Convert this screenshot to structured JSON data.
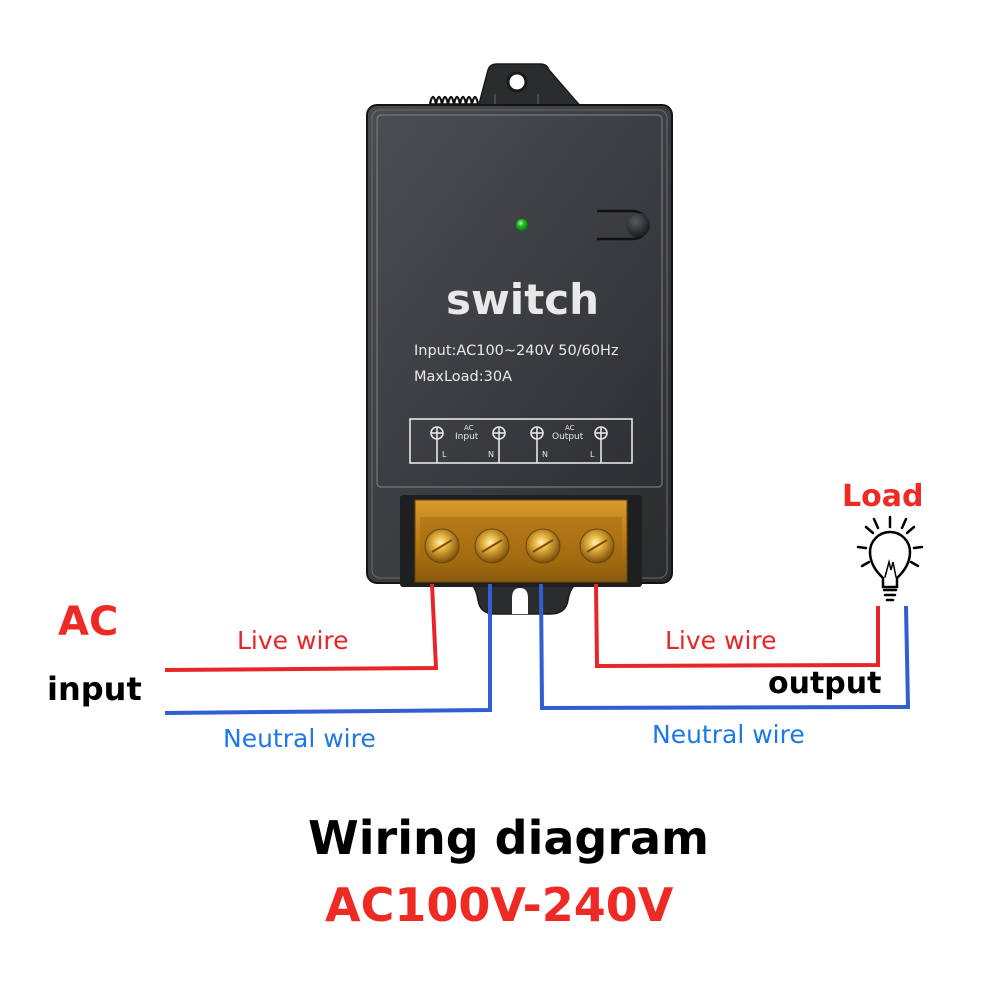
{
  "device": {
    "brand_label": "switch",
    "spec_input": "Input:AC100~240V 50/60Hz",
    "spec_maxload": "MaxLoad:30A",
    "indicator_color": "#22c02a",
    "body_color": "#3a3b3e",
    "terminal_panel": {
      "groups": [
        {
          "heading": "AC",
          "label": "Input",
          "pins": [
            "L",
            "N"
          ]
        },
        {
          "heading": "AC",
          "label": "Output",
          "pins": [
            "N",
            "L"
          ]
        }
      ]
    },
    "terminal_block": {
      "screws": [
        "1",
        "2",
        "3",
        "4"
      ],
      "color": "#c98a1c"
    }
  },
  "labels": {
    "ac": "AC",
    "input": "input",
    "output": "output",
    "load": "Load",
    "live_wire_input": "Live wire",
    "neutral_wire_input": "Neutral wire",
    "live_wire_output": "Live wire",
    "neutral_wire_output": "Neutral wire"
  },
  "footer": {
    "title": "Wiring diagram",
    "voltage": "AC100V-240V"
  },
  "colors": {
    "live": "#e8262a",
    "neutral": "#2f5fd0",
    "neutral_text": "#1e78e6",
    "accent_red": "#ee2a24",
    "text_dark": "#000000"
  },
  "icons": {
    "load": "light-bulb-icon",
    "indicator": "led-indicator-icon",
    "button": "pairing-button-icon",
    "antenna": "spring-antenna-icon"
  }
}
